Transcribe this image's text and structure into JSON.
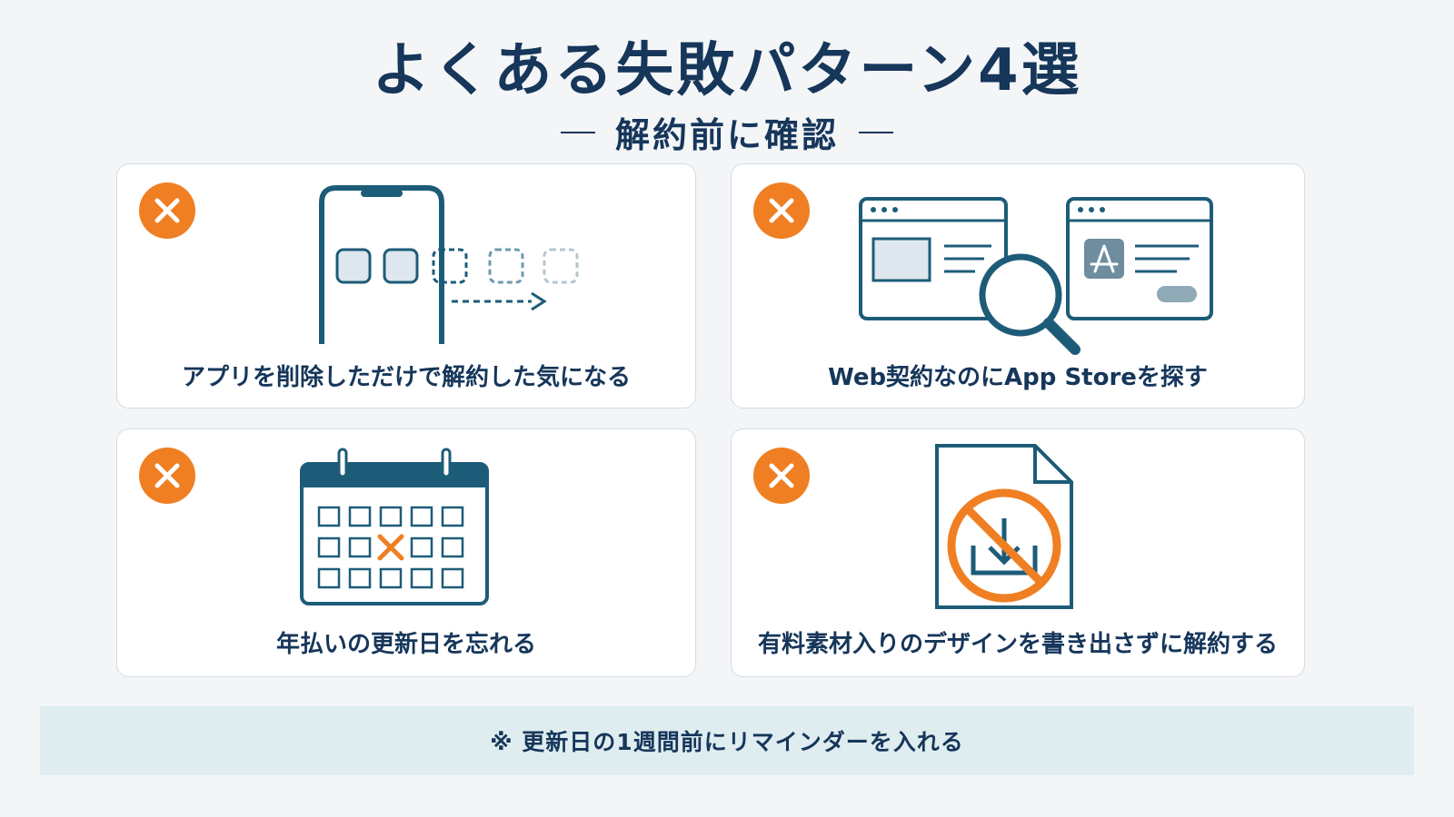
{
  "title": "よくある失敗パターン4選",
  "subtitle": "解約前に確認",
  "cards": [
    {
      "label": "アプリを削除しただけで解約した気になる",
      "icon": "phone-delete-app-icon"
    },
    {
      "label": "Web契約なのにApp Storeを探す",
      "icon": "browser-appstore-search-icon"
    },
    {
      "label": "年払いの更新日を忘れる",
      "icon": "calendar-missed-date-icon"
    },
    {
      "label": "有料素材入りのデザインを書き出さずに解約する",
      "icon": "no-download-document-icon"
    }
  ],
  "footer_note": "※ 更新日の1週間前にリマインダーを入れる",
  "colors": {
    "navy": "#16365a",
    "teal": "#1d5c78",
    "orange": "#ef7f22",
    "footer_bg": "#dfedf0"
  }
}
